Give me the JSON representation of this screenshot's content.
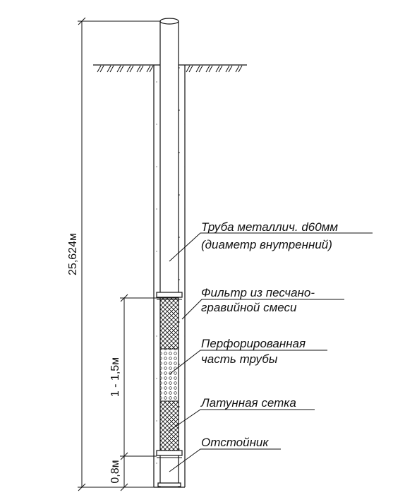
{
  "labels": {
    "pipe_line1": "Труба металлич. d60мм",
    "pipe_line2": "(диаметр внутренний)",
    "filter_line1": "Фильтр из песчано-",
    "filter_line2": "гравийной смеси",
    "perforated_line1": "Перфорированная",
    "perforated_line2": "часть трубы",
    "mesh": "Латунная сетка",
    "sump": "Отстойник"
  },
  "dimensions": {
    "total_depth": "25,624м",
    "filter_zone": "1 - 1,5м",
    "sump_length": "0,8м"
  },
  "colors": {
    "line": "#111111",
    "background": "#ffffff"
  }
}
